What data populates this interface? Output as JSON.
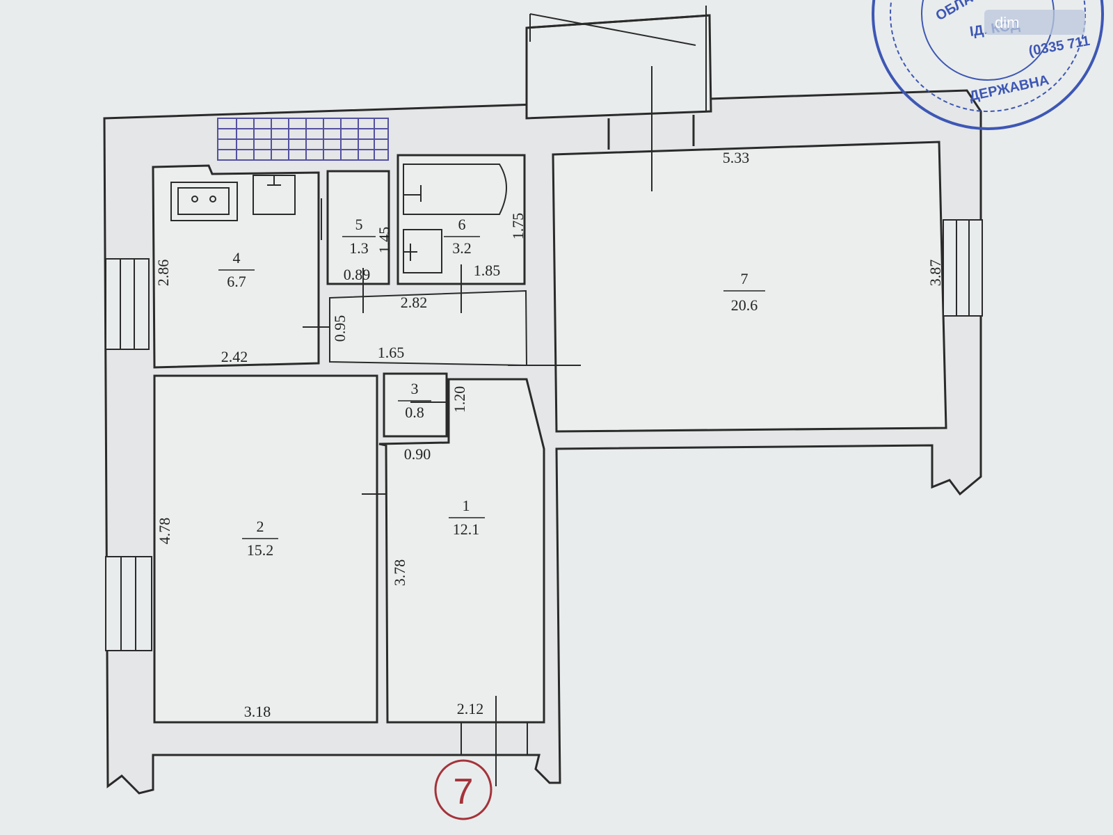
{
  "colors": {
    "paper": "#e9ecec",
    "wall_line": "#2a2a2a",
    "wall_fill": "#e4e6e7",
    "room_fill": "#eceeee",
    "stamp": "#3d57b5",
    "annotation": "#a4333b",
    "window_grid": "#5450a0"
  },
  "rooms": [
    {
      "id": "1",
      "area": "12.1"
    },
    {
      "id": "2",
      "area": "15.2"
    },
    {
      "id": "3",
      "area": "0.8"
    },
    {
      "id": "4",
      "area": "6.7"
    },
    {
      "id": "5",
      "area": "1.3"
    },
    {
      "id": "6",
      "area": "3.2"
    },
    {
      "id": "7",
      "area": "20.6"
    }
  ],
  "dimensions": {
    "room7_width": "5.33",
    "room7_height": "3.87",
    "bath_height": "1.75",
    "wc_height": "1.45",
    "kitchen_height": "2.86",
    "wc_width": "0.89",
    "bath_width": "1.85",
    "corridor_width": "2.82",
    "corridor_height": "0.95",
    "kitchen_width": "2.42",
    "hall_width": "1.65",
    "closet_height": "1.20",
    "closet_width": "0.90",
    "room2_height": "4.78",
    "room1_height": "3.78",
    "room2_width": "3.18",
    "room1_width": "2.12"
  },
  "stamp": {
    "text_lines": [
      "ІД. КОД",
      "ОБЛАСНЕ",
      "ДЕРЖАВНА"
    ],
    "code_fragment": "(0335 711"
  },
  "watermark": "dim",
  "annotation": {
    "mark": "7"
  }
}
